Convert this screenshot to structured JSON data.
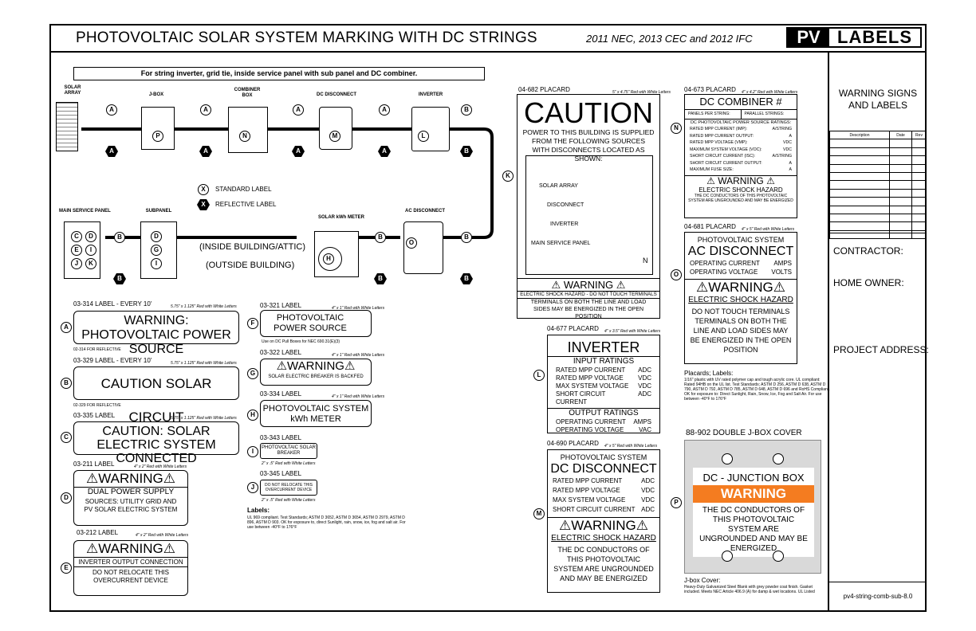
{
  "header": {
    "title": "PHOTOVOLTAIC SOLAR SYSTEM MARKING WITH DC STRINGS",
    "codes": "2011 NEC, 2013 CEC and  2012 IFC",
    "logo_pv": "PV",
    "logo_labels": "LABELS"
  },
  "sidebar": {
    "title": "WARNING SIGNS AND LABELS",
    "rev_cols": [
      "Description",
      "Date",
      "Rev"
    ],
    "contractor": "CONTRACTOR:",
    "home_owner": "HOME OWNER:",
    "project_address": "PROJECT ADDRESS:",
    "drawing_id": "pv4-string-comb-sub-8.0"
  },
  "diagram": {
    "note": "For string inverter, grid tie, inside service panel with sub panel and DC combiner.",
    "solar_array": "SOLAR ARRAY",
    "jbox": "J-BOX",
    "combiner": "COMBINER BOX",
    "dc_disconnect": "DC DISCONNECT",
    "inverter": "INVERTER",
    "main_panel": "MAIN SERVICE PANEL",
    "subpanel": "SUBPANEL",
    "kwh_meter": "SOLAR kWh METER",
    "ac_disconnect": "AC DISCONNECT",
    "inside": "(INSIDE BUILDING/ATTIC)",
    "outside": "(OUTSIDE BUILDING)",
    "legend_standard": "STANDARD LABEL",
    "legend_reflective": "REFLECTIVE LABEL",
    "legend_x": "X"
  },
  "labels": {
    "l314_hdr": "03-314  LABEL - EVERY 10'",
    "l314_spec": "5.75\" x 1.125\" Red with White Letters",
    "l314_text": "WARNING: PHOTOVOLTAIC POWER SOURCE",
    "l314_refl": "02-314 FOR REFLECTIVE",
    "l329_hdr": "03-329  LABEL - EVERY 10'",
    "l329_spec": "5.75\" x 1.125\" Red with White Letters",
    "l329_text": "CAUTION SOLAR CIRCUIT",
    "l329_refl": "02-329 FOR REFLECTIVE",
    "l335_hdr": "03-335  LABEL",
    "l335_spec": "5.75\" x 1.125\" Red with White Letters",
    "l335_text": "CAUTION: SOLAR ELECTRIC SYSTEM CONNECTED",
    "l211_hdr": "03-211  LABEL",
    "l211_spec": "4\" x 2\" Red with White Letters",
    "l211_warn": "WARNING",
    "l211_l1": "DUAL POWER SUPPLY",
    "l211_l2": "SOURCES: UTILITY GRID AND PV SOLAR ELECTRIC SYSTEM",
    "l212_hdr": "03-212  LABEL",
    "l212_spec": "4\" x 2\" Red with White Letters",
    "l212_warn": "WARNING",
    "l212_l1": "INVERTER OUTPUT CONNECTION",
    "l212_l2": "DO NOT RELOCATE THIS OVERCURRENT DEVICE",
    "l321_hdr": "03-321  LABEL",
    "l321_spec": "4\" x 1\" Red with White Letters",
    "l321_text": "PHOTOVOLTAIC POWER SOURCE",
    "l321_note": "Use on DC Pull Boxes for NEC 690.31(E)(3)",
    "l322_hdr": "03-322  LABEL",
    "l322_spec": "4\" x 1\" Red with White Letters",
    "l322_warn": "WARNING",
    "l322_sub": "SOLAR ELECTRIC BREAKER IS BACKFED",
    "l334_hdr": "03-334  LABEL",
    "l334_spec": "4\" x 1\" Red with White Letters",
    "l334_text": "PHOTOVOLTAIC SYSTEM kWh METER",
    "l343_hdr": "03-343  LABEL",
    "l343_text": "PHOTOVOLTAIC SOLAR BREAKER",
    "l343_spec": "2\" x .5\" Red with White Letters",
    "l345_hdr": "03-345  LABEL",
    "l345_text": "DO NOT RELOCATE THIS OVERCURRENT DEVICE",
    "l345_spec": "2\" x .5\" Red with White Letters",
    "labels_title": "Labels:",
    "labels_desc": "UL 969 compliant. Test Standards; ASTM D 3652, ASTM D 3654, ASTM D 2979, ASTM D 896, ASTM D 903. OK for exposure to, direct Sunlight, rain, snow, ice, fog and salt air. For use between -40°F to 176°F"
  },
  "placards": {
    "p682_hdr": "04-682  PLACARD",
    "p682_spec": "5\" x 4.75\" Red with White Letters",
    "p682_caution": "CAUTION",
    "p682_sub": "POWER TO THIS BUILDING IS SUPPLIED FROM THE FOLLOWING SOURCES WITH DISCONNECTS LOCATED AS SHOWN:",
    "p682_items": [
      "SOLAR ARRAY",
      "DISCONNECT",
      "INVERTER",
      "MAIN SERVICE PANEL"
    ],
    "p682_n": "N",
    "p682_warn": "WARNING",
    "p682_l1": "ELECTRIC SHOCK HAZARD - DO NOT TOUCH TERMINALS",
    "p682_l2": "TERMINALS ON BOTH THE LINE AND LOAD SIDES MAY BE ENERGIZED IN THE OPEN POSITION",
    "p673_hdr": "04-673  PLACARD",
    "p673_spec": "4\" x 4.2\" Red with White Letters",
    "p673_title": "DC COMBINER #",
    "p673_c1": "PANELS PER STRING:",
    "p673_c2": "PARALLEL STRINGS:",
    "p673_ratings": "DC PHOTOVOLTAIC POWER SOURCE RATINGS:",
    "p673_rows": [
      [
        "RATED MPP CURRENT (IMP):",
        "A/STRING"
      ],
      [
        "RATED MPP CURRENT OUTPUT:",
        "A"
      ],
      [
        "RATED MPP VOLTAGE (VMP):",
        "VDC"
      ],
      [
        "MAXIMUM SYSTEM VOLTAGE (VOC):",
        "VDC"
      ],
      [
        "SHORT CIRCUIT CURRENT (ISC):",
        "A/STRING"
      ],
      [
        "SHORT CIRCUIT CURRENT OUTPUT:",
        "A"
      ],
      [
        "MAXIMUM FUSE SIZE:",
        "A"
      ]
    ],
    "p673_warn": "WARNING",
    "p673_l1": "ELECTRIC SHOCK HAZARD",
    "p673_l2": "THE DC CONDUCTORS OF THIS PHOTOVOLTAIC SYSTEM ARE UNGROUNDED AND MAY BE ENERGIZED",
    "p681_hdr": "04-681  PLACARD",
    "p681_spec": "4\" x 5\" Red with White Letters",
    "p681_top": "PHOTOVOLTAIC SYSTEM",
    "p681_title": "AC DISCONNECT",
    "p681_r1": [
      "OPERATING CURRENT",
      "AMPS"
    ],
    "p681_r2": [
      "OPERATING VOLTAGE",
      "VOLTS"
    ],
    "p681_warn": "WARNING",
    "p681_l1": "ELECTRIC SHOCK HAZARD",
    "p681_l2": "DO NOT TOUCH TERMINALS",
    "p681_l3": "TERMINALS ON BOTH THE LINE AND LOAD SIDES MAY BE ENERGIZED IN THE OPEN POSITION",
    "p677_hdr": "04-677  PLACARD",
    "p677_spec": "4\" x 3.5\" Red with White Letters",
    "p677_title": "INVERTER",
    "p677_in": "INPUT RATINGS",
    "p677_in_rows": [
      [
        "RATED MPP CURRENT",
        "ADC"
      ],
      [
        "RATED MPP VOLTAGE",
        "VDC"
      ],
      [
        "MAX SYSTEM VOLTAGE",
        "VDC"
      ],
      [
        "SHORT CIRCUIT CURRENT",
        "ADC"
      ]
    ],
    "p677_out": "OUTPUT RATINGS",
    "p677_out_rows": [
      [
        "OPERATING CURRENT",
        "AMPS"
      ],
      [
        "OPERATING VOLTAGE",
        "VAC"
      ]
    ],
    "p690_hdr": "04-690  PLACARD",
    "p690_spec": "4\" x 5\" Red with White Letters",
    "p690_top": "PHOTOVOLTAIC SYSTEM",
    "p690_title": "DC DISCONNECT",
    "p690_rows": [
      [
        "RATED MPP CURRENT",
        "ADC"
      ],
      [
        "RATED MPP VOLTAGE",
        "VDC"
      ],
      [
        "MAX SYSTEM VOLTAGE",
        "VDC"
      ],
      [
        "SHORT CIRCUIT CURRENT",
        "ADC"
      ]
    ],
    "p690_warn": "WARNING",
    "p690_l1": "ELECTRIC SHOCK HAZARD",
    "p690_l2": "THE DC CONDUCTORS OF THIS PHOTOVOLTAIC SYSTEM ARE UNGROUNDED AND MAY BE ENERGIZED",
    "placards_title": "Placards; Labels:",
    "placards_desc": "1/16\" plastic with UV rated polymer cap and tough acrylic core. UL compliant: Rated 94HB on the UL list. Test Standards; ASTM D 256, ASTM D 638, ASTM D 790, ASTM D 792, ASTM D 785, ASTM D 648, ASTM D 696 and RoHS Compliant. OK for exposure to: Direct Sunlight, Rain, Snow, Ice, Fog and Salt Air. For use between -40°F to 176°F",
    "jb_hdr": "88-902  DOUBLE J-BOX COVER",
    "jb_title": "DC - JUNCTION BOX",
    "jb_warn": "WARNING",
    "jb_text": "THE DC CONDUCTORS OF THIS PHOTOVOLTAIC SYSTEM ARE UNGROUNDED AND MAY BE ENERGIZED",
    "jb_foot": "J-box Cover:",
    "jb_desc": "Heavy-Duty Galvanized Steel Blank with grey powder coat finish. Gasket included. Meets NEC Article 406.9 (A) for damp & wet locations. UL Listed"
  },
  "colors": {
    "warning_orange": "#f47c20",
    "jbox_grey": "#d9d9d9"
  }
}
